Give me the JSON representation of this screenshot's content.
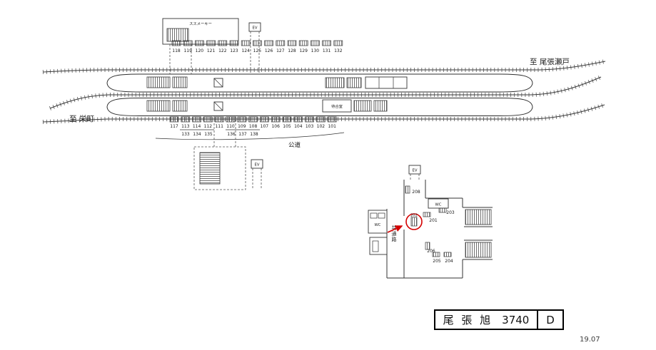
{
  "labels": {
    "direction_right": "至 尾張瀬戸",
    "direction_left": "至 栄町",
    "road": "公道",
    "passage": "共通路",
    "waiting_room": "待合室",
    "building": "ススメーキー",
    "ev": "EV",
    "wc": "WC"
  },
  "billboards": {
    "top_row": [
      "118",
      "119",
      "120",
      "121",
      "122",
      "123",
      "124",
      "125",
      "126",
      "127",
      "128",
      "129",
      "130",
      "131",
      "132"
    ],
    "platform_row": [
      "117",
      "113",
      "114",
      "112",
      "111",
      "110",
      "109",
      "108",
      "107",
      "106",
      "105",
      "104",
      "103",
      "102",
      "101"
    ],
    "sub_row_a": [
      "133",
      "134",
      "135"
    ],
    "sub_row_b": [
      "136",
      "137",
      "138"
    ],
    "concourse": {
      "n201": "201",
      "n202": "202",
      "n203": "203",
      "n204": "204",
      "n205": "205",
      "n206": "206",
      "n208": "208"
    }
  },
  "sign": {
    "station": "尾 張 旭",
    "number": "3740",
    "position": "D"
  },
  "footer": {
    "revision": "19.07"
  }
}
